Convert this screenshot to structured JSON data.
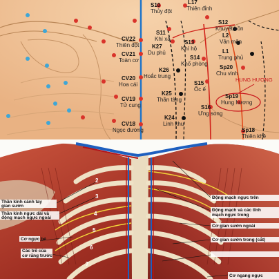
{
  "top_chart": {
    "points": [
      {
        "code": "S10",
        "name": "Thủy đột"
      },
      {
        "code": "L17",
        "name": "Thiên đỉnh"
      },
      {
        "code": "S12",
        "name": "Khuyết bồn"
      },
      {
        "code": "L2",
        "name": "Vân môn"
      },
      {
        "code": "CV22",
        "name": "Thiên đột"
      },
      {
        "code": "S11",
        "name": "Khí xá"
      },
      {
        "code": "K27",
        "name": "Du phủ"
      },
      {
        "code": "S13",
        "name": "Khí hộ"
      },
      {
        "code": "L1",
        "name": "Trung phủ"
      },
      {
        "code": "CV21",
        "name": "Toàn cơ"
      },
      {
        "code": "S14",
        "name": "Khố phòng"
      },
      {
        "code": "Sp20",
        "name": "Chu vinh"
      },
      {
        "code": "K26",
        "name": "Hoắc trung"
      },
      {
        "code": "CV20",
        "name": "Hoa cái"
      },
      {
        "code": "S15",
        "name": "Ốc ế"
      },
      {
        "code": "K25",
        "name": "Thần tàng"
      },
      {
        "code": "Sp19",
        "name": "Hung hương"
      },
      {
        "code": "CV19",
        "name": "Tử cung"
      },
      {
        "code": "S16",
        "name": "Ưng song"
      },
      {
        "code": "K24",
        "name": "Linh khu"
      },
      {
        "code": "CV18",
        "name": "Ngọc đường"
      },
      {
        "code": "Sp18",
        "name": "Thiên khê"
      }
    ],
    "highlight_label": "HUNG HƯƠNG"
  },
  "bottom_chart": {
    "labels_left": [
      "Thần kinh cánh tay",
      "gian sườn",
      "Thần kinh ngực dài và",
      "động mạch ngực ngoài",
      "Cơ ngực bé",
      "Các trẽ của",
      "cơ răng trước"
    ],
    "labels_right": [
      "Động mạch ngực trên",
      "Động mạch và các tĩnh",
      "mạch ngực trong",
      "Cơ gian sườn ngoài",
      "Cơ gian sườn trong (cắt)",
      "Cơ ngang ngực"
    ],
    "rib_numbers": [
      "2",
      "3",
      "4",
      "5",
      "6",
      "7"
    ]
  }
}
